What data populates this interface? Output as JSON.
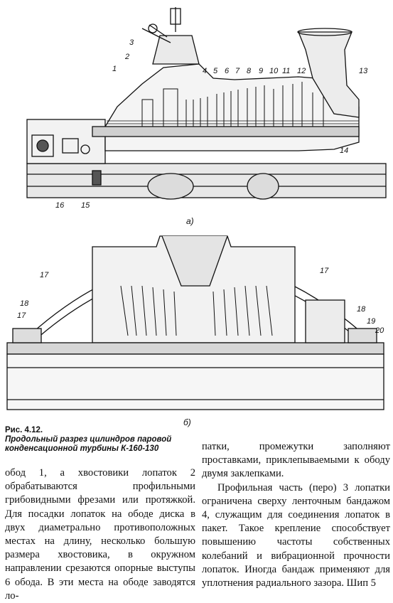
{
  "figure": {
    "part_a": {
      "label": "а)",
      "callouts": [
        "1",
        "2",
        "3",
        "4",
        "5",
        "6",
        "7",
        "8",
        "9",
        "10",
        "11",
        "12",
        "13",
        "14",
        "15",
        "16"
      ]
    },
    "part_b": {
      "label": "б)",
      "callouts": [
        "17",
        "18",
        "17",
        "17",
        "18",
        "19",
        "20"
      ]
    },
    "caption_number": "Рис. 4.12.",
    "caption_title": "Продольный разрез цилиндров паровой конденсационной турбины К-160-130"
  },
  "text": {
    "left_column": "обод 1, а хвостовики лопаток 2 обрабатываются профильными грибовидными фрезами или протяжкой. Для посадки лопаток на ободе диска в двух диаметрально противоположных местах на длину, несколько большую размера хвостовика, в окружном направлении срезаются опорные выступы 6 обода. В эти места на ободе заводятся ло-",
    "right_para1": "патки, промежутки заполняют проставками, приклепываемыми к ободу двумя заклепками.",
    "right_para2": "Профильная часть (перо) 3 лопатки ограничена сверху ленточным бандажом 4, служащим для соединения лопаток в пакет. Такое крепление способствует повышению частоты собственных колебаний и вибрационной прочности лопаток. Иногда бандаж применяют для уплотнения радиального зазора. Шип 5"
  }
}
